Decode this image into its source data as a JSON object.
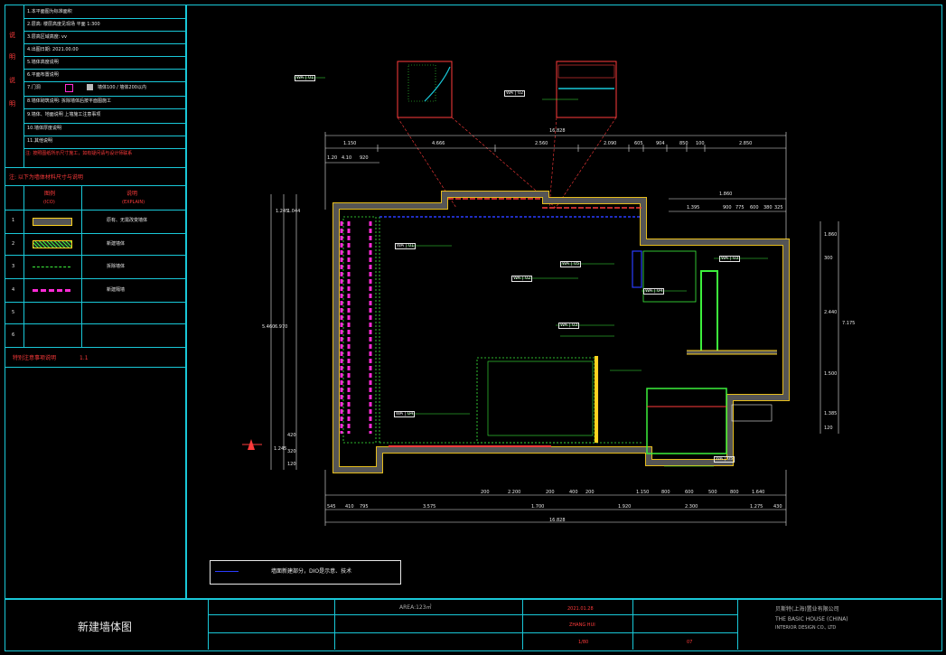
{
  "sidebar": {
    "side_marks": [
      "说",
      "明",
      "说",
      "明"
    ],
    "notes": [
      "1.本平面图为标准面积",
      "2.层高: 楼层高度见现场  平面 1:300",
      "3.层高区域高度: vv",
      "4.出图日期: 2021.00.00",
      "5.墙体高度说明",
      "6.平面布置说明",
      "7.门洞",
      "8.墙体砌筑说明: 拆除墙体后按平面图施工",
      "9.墙体、地面说明  上墙施工注意事项",
      "10.墙体厚度说明",
      "11.其他说明",
      "注: 按照图纸所示尺寸施工，如有疑问请与设计师联系"
    ],
    "note7_extra": "墙体100 / 墙体200以内",
    "legend_title": "注: 以下为墙体材料尺寸与说明",
    "legend_head_icon": "图例",
    "legend_head_icon_en": "(ICO)",
    "legend_head_explain": "说明",
    "legend_head_explain_en": "(EXPLAIN)",
    "legend_rows": [
      {
        "num": "1",
        "label": "原有、无需改变墙体"
      },
      {
        "num": "2",
        "label": "新建墙体"
      },
      {
        "num": "3",
        "label": "拆除墙体"
      },
      {
        "num": "4",
        "label": "新建隔墙"
      },
      {
        "num": "5",
        "label": ""
      },
      {
        "num": "6",
        "label": ""
      }
    ],
    "footer_note": "特别注意事项说明",
    "footer_note_num": "1.1"
  },
  "plan": {
    "top_total": "16.828",
    "top_dims": [
      "1.150",
      "4.666",
      "2.560",
      "2.090",
      "605",
      "904",
      "850",
      "100",
      "2.850"
    ],
    "sub_dims": [
      "1.20",
      "4.10",
      "920"
    ],
    "right_top_dim": "1.860",
    "right_sub_dims": [
      "1.395",
      "900",
      "775",
      "600",
      "380",
      "325"
    ],
    "left_dims": [
      "1.245",
      "1.044",
      "5.460",
      "6.970",
      "1.245",
      "420",
      "320",
      "120"
    ],
    "right_dims": [
      "1.860",
      "300",
      "2.440",
      "7.175",
      "1.500",
      "1.385",
      "120"
    ],
    "bottom_dims": [
      "200",
      "2.200",
      "200",
      "400",
      "200",
      "1.150",
      "800",
      "600",
      "500",
      "800",
      "1.640"
    ],
    "bottom2_dims": [
      "545",
      "410",
      "795",
      "3.575",
      "1.700",
      "1.920",
      "2.300",
      "1.275",
      "430"
    ],
    "bottom_total": "16.828",
    "area_label": "AREA:123㎡",
    "note_box": "墙面新建部分，DIO是示意、技术",
    "tags": [
      "WA | 01",
      "WA | 02",
      "WA | 03",
      "WA | 04",
      "WA | 05"
    ]
  },
  "title_block": {
    "drawing_title": "新建墙体图",
    "area": "AREA:123㎡",
    "date": "2021.01.28",
    "designer": "ZHANG HUI",
    "scale": "1/80",
    "sheet_no": "07",
    "company_cn": "贝斯特(上海)置业有限公司",
    "company_en": "THE BASIC HOUSE (CHINA)",
    "company_sub": "INTERIOR DESIGN CO., LTD"
  },
  "colors": {
    "frame": "#19c8d8",
    "wall_existing": "#ffd21f",
    "wall_new": "#3cf03c",
    "demolish": "#3cf03c",
    "partition": "#ff2bd6",
    "dim": "#e8e8e8",
    "alert": "#ff3b3b"
  }
}
